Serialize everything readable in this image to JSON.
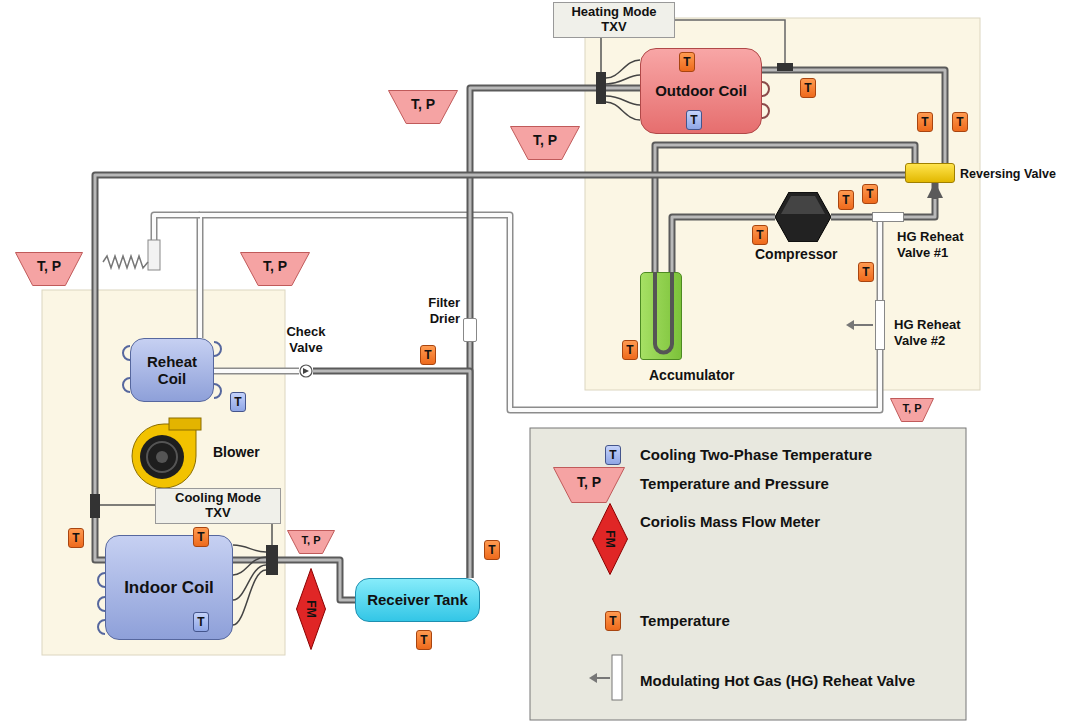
{
  "diagram": {
    "nodes": [
      {
        "text": [
          "Heating Mode TXV"
        ]
      },
      {
        "text": [
          "Outdoor Coil"
        ]
      },
      {
        "text": [
          "Reversing Valve"
        ]
      },
      {
        "text": [
          "Compressor"
        ]
      },
      {
        "text": [
          "HG Reheat Valve #1"
        ]
      },
      {
        "text": [
          "Accumulator"
        ]
      },
      {
        "text": [
          "HG Reheat Valve #2"
        ]
      },
      {
        "text": [
          "Reheat Coil"
        ]
      },
      {
        "text": [
          "Check Valve"
        ]
      },
      {
        "text": [
          "Filter Drier"
        ]
      },
      {
        "text": [
          "Blower"
        ]
      },
      {
        "text": [
          "Cooling Mode TXV"
        ]
      },
      {
        "text": [
          "Indoor Coil"
        ]
      },
      {
        "text": [
          "Receiver Tank"
        ]
      }
    ],
    "edges": [
      {
        "from": 1,
        "to": 2,
        "arrow": "none"
      },
      {
        "from": 2,
        "to": 5,
        "arrow": "none"
      },
      {
        "from": 5,
        "to": 3,
        "arrow": "none"
      },
      {
        "from": 3,
        "to": 4,
        "arrow": "none"
      },
      {
        "from": 4,
        "to": 2,
        "arrow": "to"
      },
      {
        "from": 4,
        "to": 6,
        "arrow": "none"
      },
      {
        "from": 6,
        "to": 7,
        "arrow": "none"
      },
      {
        "from": 9,
        "to": 1,
        "arrow": "none"
      },
      {
        "from": 9,
        "to": 13,
        "arrow": "none"
      },
      {
        "from": 7,
        "to": 8,
        "arrow": "none"
      },
      {
        "from": 8,
        "to": 13,
        "arrow": "none"
      },
      {
        "from": 13,
        "to": 12,
        "arrow": "none"
      },
      {
        "from": 12,
        "to": 2,
        "arrow": "none"
      }
    ],
    "labels": [
      "T, P",
      "T, P",
      "T",
      "T",
      "T",
      "T",
      "T",
      "T",
      "T",
      "T",
      "T",
      "T",
      "T",
      "T",
      "T",
      "T",
      "T",
      "T",
      "T",
      "T, P",
      "T, P",
      "T, P",
      "FM",
      "T, P",
      "T",
      "T, P",
      "FM",
      "T"
    ],
    "legend": [
      {
        "text": "Cooling Two-Phase Temperature"
      },
      {
        "text": "Temperature and Pressure"
      },
      {
        "text": "Coriolis Mass Flow Meter"
      },
      {
        "text": "Temperature"
      },
      {
        "text": "Modulating Hot Gas (HG) Reheat Valve"
      }
    ]
  }
}
